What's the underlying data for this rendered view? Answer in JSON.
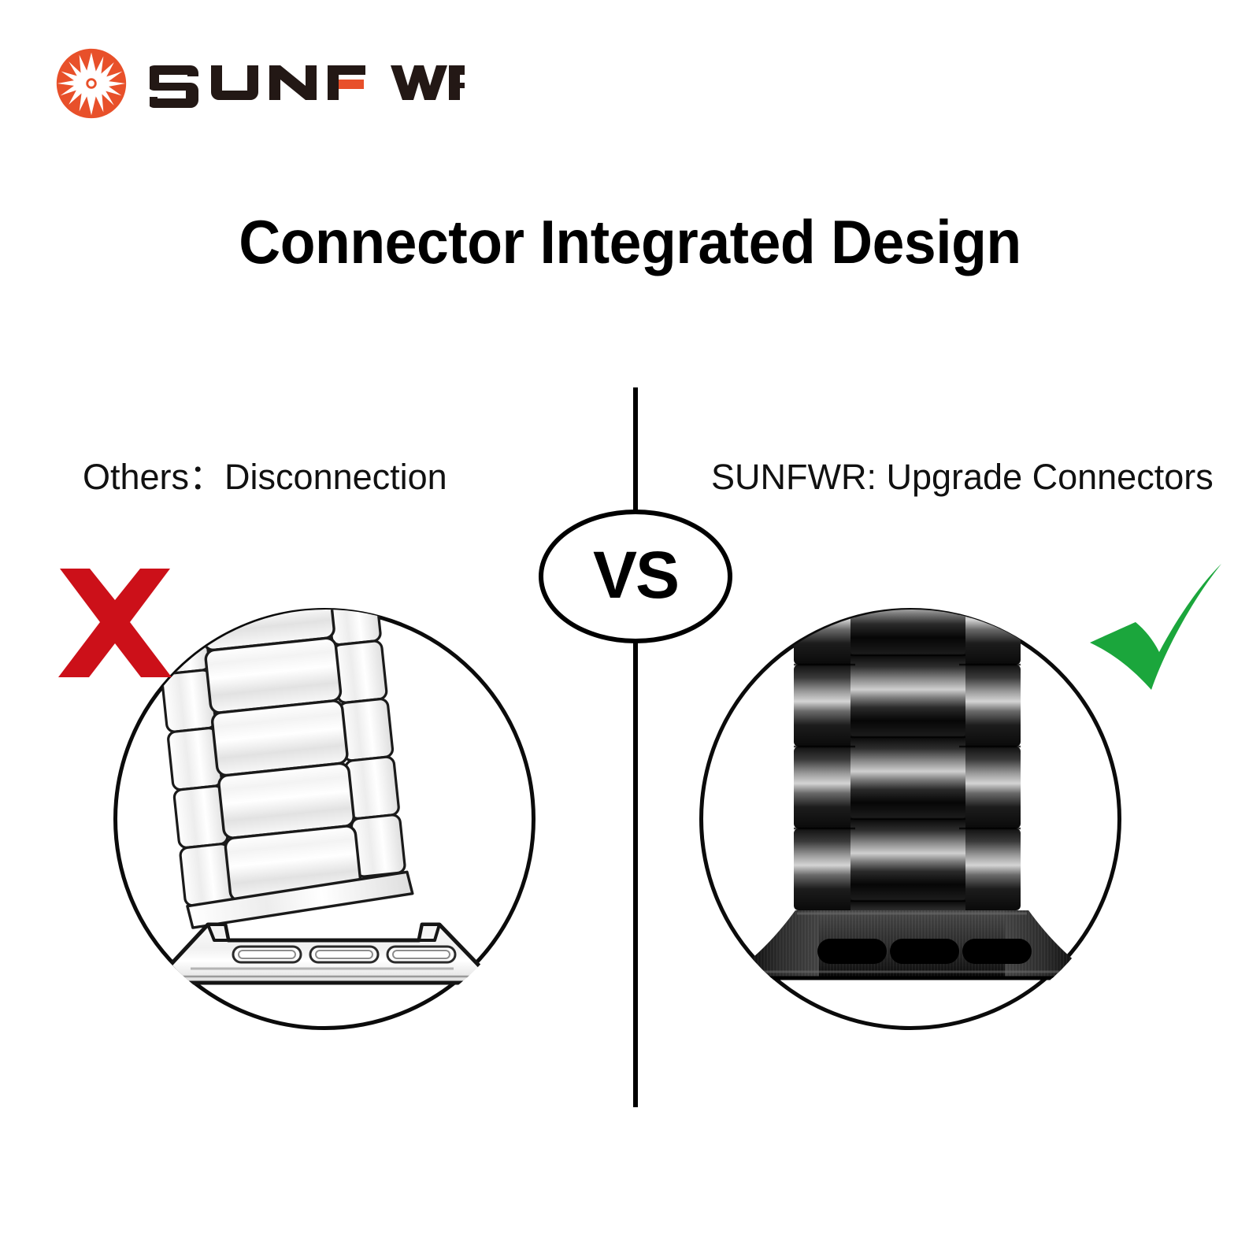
{
  "brand": {
    "name": "SUNFWR",
    "mark_icon": "sun-aperture-icon",
    "mark_color": "#E8502A",
    "wordmark_color": "#231815",
    "accent_color": "#E8502A"
  },
  "headline": {
    "title": "Connector Integrated Design"
  },
  "comparison": {
    "divider_color": "#000000",
    "badge": {
      "label": "VS",
      "shape": "ellipse",
      "fill": "#FFFFFF",
      "stroke": "#000000"
    },
    "left": {
      "caption": "Others：Disconnection",
      "verdict_icon": "red-cross-icon",
      "verdict_color": "#CC1019",
      "product": {
        "finish": "silver",
        "band_color": "#FFFFFF",
        "outline_color": "#111111",
        "link_columns": 3,
        "lug_slots": 3,
        "connector_state": "detached"
      }
    },
    "right": {
      "caption": "SUNFWR: Upgrade Connectors",
      "verdict_icon": "green-check-icon",
      "verdict_color": "#1BA63C",
      "product": {
        "finish": "black",
        "band_color": "#1A1A1A",
        "outline_color": "#000000",
        "link_columns": 3,
        "lug_slots": 3,
        "connector_state": "integrated"
      }
    }
  }
}
